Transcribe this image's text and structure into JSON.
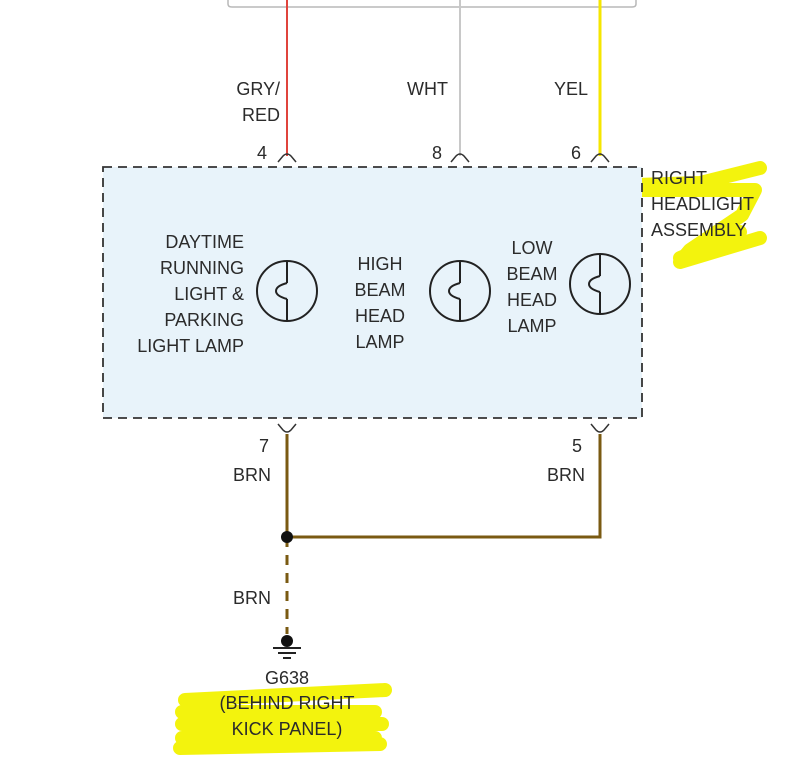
{
  "colors": {
    "red_wire": "#e0443c",
    "white_wire": "#c8c8c8",
    "yellow_wire": "#f5e600",
    "brown_wire": "#7a5a12",
    "highlight": "#f2f200",
    "assembly_fill": "#e8f3fa",
    "text": "#2b2b2b"
  },
  "wires_top": [
    {
      "color_code": "GRY/\nRED",
      "pin": "4"
    },
    {
      "color_code": "WHT",
      "pin": "8"
    },
    {
      "color_code": "YEL",
      "pin": "6"
    }
  ],
  "assembly_label": "RIGHT\nHEADLIGHT\nASSEMBLY",
  "lamps": {
    "drl": "DAYTIME\nRUNNING\nLIGHT &\nPARKING\nLIGHT LAMP",
    "high": "HIGH\nBEAM\nHEAD\nLAMP",
    "low": "LOW\nBEAM\nHEAD\nLAMP"
  },
  "wires_bottom": [
    {
      "pin": "7",
      "color_code": "BRN"
    },
    {
      "pin": "5",
      "color_code": "BRN"
    }
  ],
  "ground_wire_color": "BRN",
  "ground": {
    "id": "G638",
    "location": "(BEHIND RIGHT\nKICK PANEL)"
  }
}
